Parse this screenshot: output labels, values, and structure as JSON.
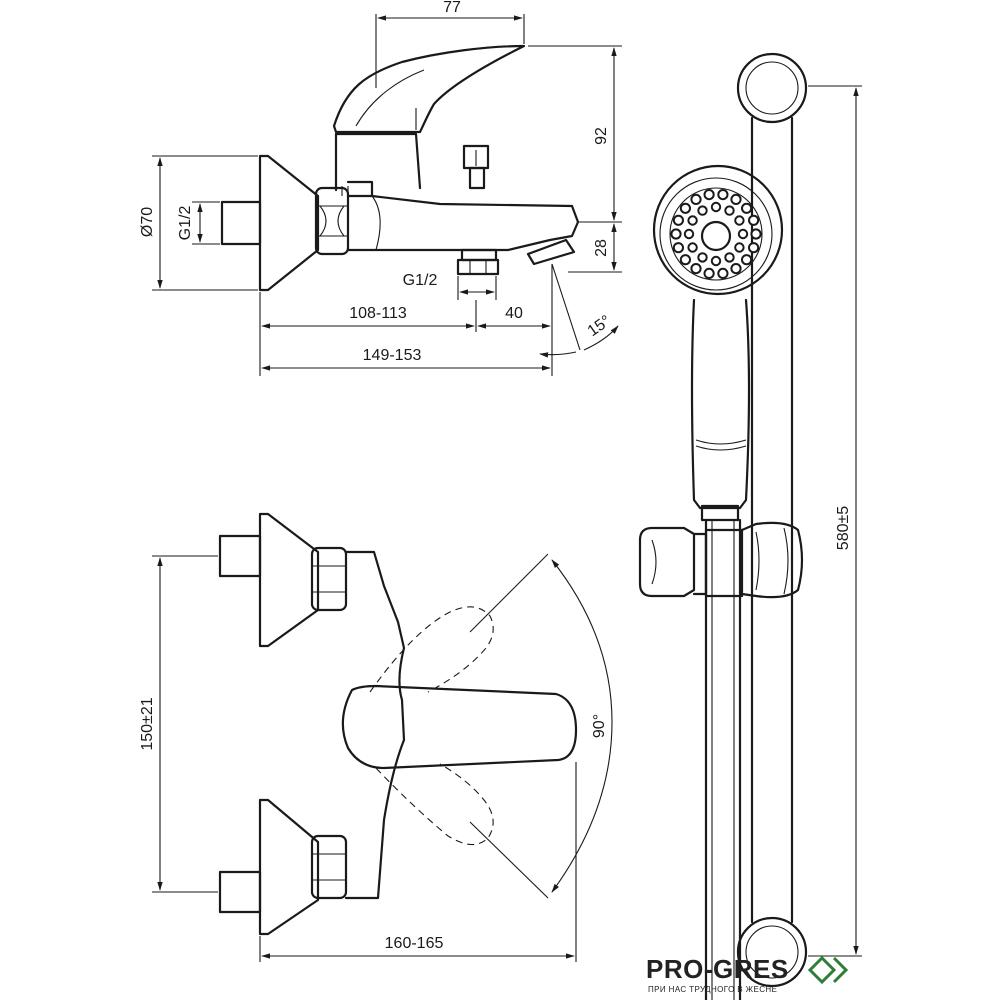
{
  "dimensions": {
    "spout_top_width": "77",
    "height_92": "92",
    "height_28": "28",
    "flange_diameter": "Ø70",
    "inlet_thread_left": "G1/2",
    "outlet_thread_bottom": "G1/2",
    "projection_108_113": "108-113",
    "spout_40": "40",
    "spout_angle": "15°",
    "projection_149_153": "149-153",
    "inlet_spacing": "150±21",
    "lever_rotation": "90°",
    "overall_width": "160-165",
    "rail_length": "580±5"
  },
  "watermark": {
    "brand": "PRO-GRES",
    "tagline": "ПРИ НАС ТРУДНОГО В ЖЕСНЕ"
  },
  "colors": {
    "line": "#1a1a1a",
    "background": "#ffffff",
    "watermark_accent": "#2f7d3a"
  }
}
